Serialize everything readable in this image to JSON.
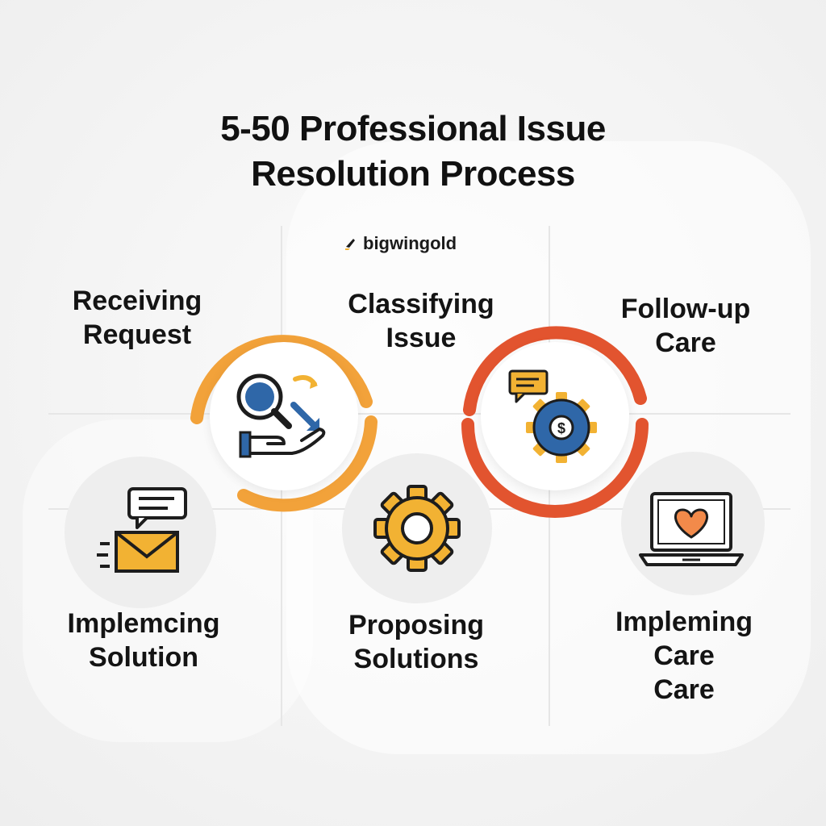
{
  "title": {
    "line1": "5-50 Professional Issue",
    "line2": "Resolution Process"
  },
  "brand": {
    "name": "bigwingold",
    "icon": "wing-icon"
  },
  "steps": [
    {
      "line1": "Receiving",
      "line2": "Request",
      "icon": "magnifier-hand-icon"
    },
    {
      "line1": "Classifying",
      "line2": "Issue",
      "icon": "chat-gear-icon"
    },
    {
      "line1": "Follow-up",
      "line2": "Care",
      "icon": "laptop-heart-icon"
    },
    {
      "line1": "Implemcing",
      "line2": "Solution",
      "icon": "envelope-chat-icon"
    },
    {
      "line1": "Proposing",
      "line2": "Solutions",
      "icon": "gear-icon"
    },
    {
      "line1": "Impleming",
      "line2": "Care",
      "line3": "Care",
      "icon": "laptop-heart-icon"
    }
  ],
  "colors": {
    "orange_ring": "#f2a23a",
    "red_ring": "#e2542f",
    "icon_blue": "#2f67a8",
    "icon_yellow": "#f2b233",
    "icon_dark": "#1d1d1d",
    "heart": "#f28a4a"
  }
}
